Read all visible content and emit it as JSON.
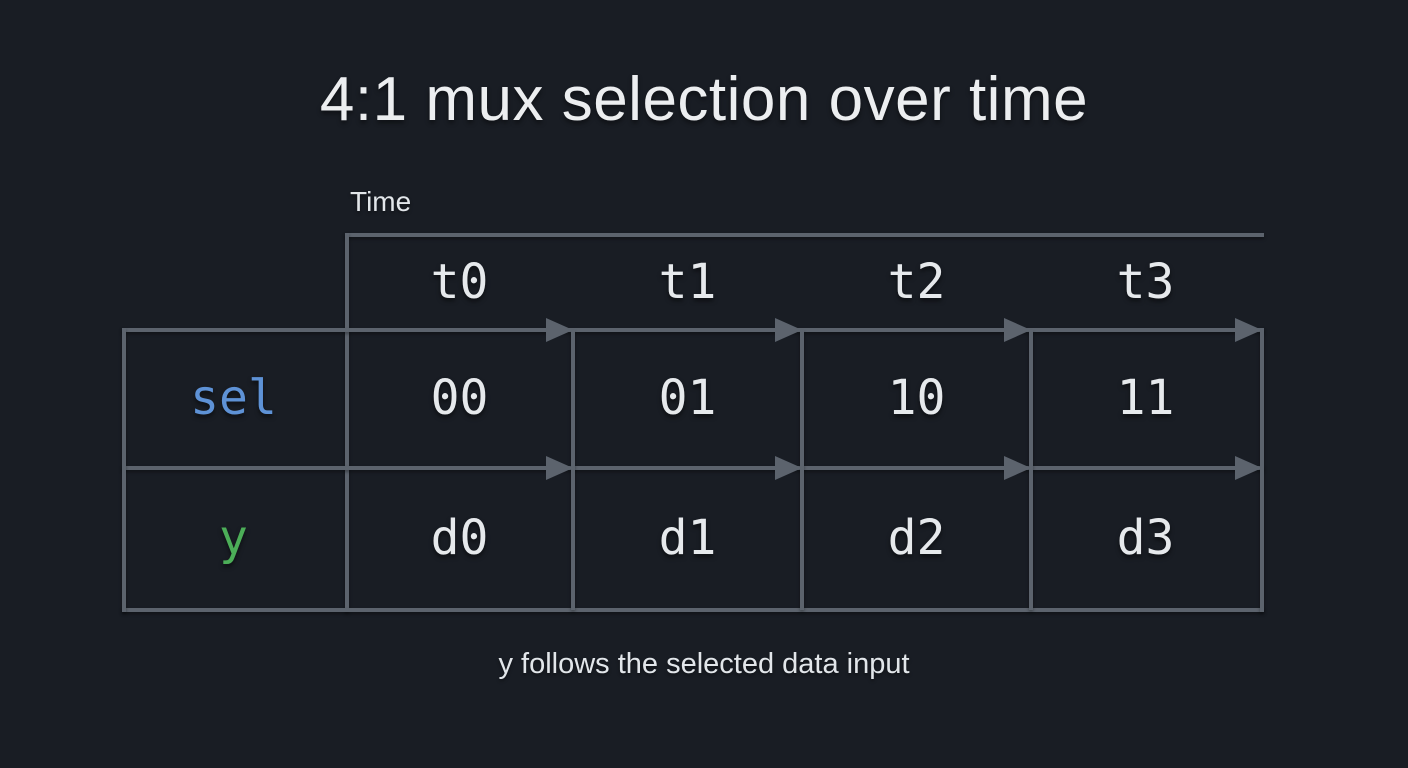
{
  "title": "4:1 mux selection over time",
  "axis": {
    "label": "Time",
    "direction": "left-to-right"
  },
  "table": {
    "time_headers": [
      "t0",
      "t1",
      "t2",
      "t3"
    ],
    "rows": [
      {
        "label": "sel",
        "color": "#5e92d6",
        "values": [
          "00",
          "01",
          "10",
          "11"
        ]
      },
      {
        "label": "y",
        "color": "#4cae58",
        "values": [
          "d0",
          "d1",
          "d2",
          "d3"
        ]
      }
    ]
  },
  "caption": "y follows the selected data input",
  "colors": {
    "background": "#191d24",
    "line": "#5c636d",
    "text": "#e6e9ec",
    "sel_label": "#5e92d6",
    "y_label": "#4cae58"
  }
}
